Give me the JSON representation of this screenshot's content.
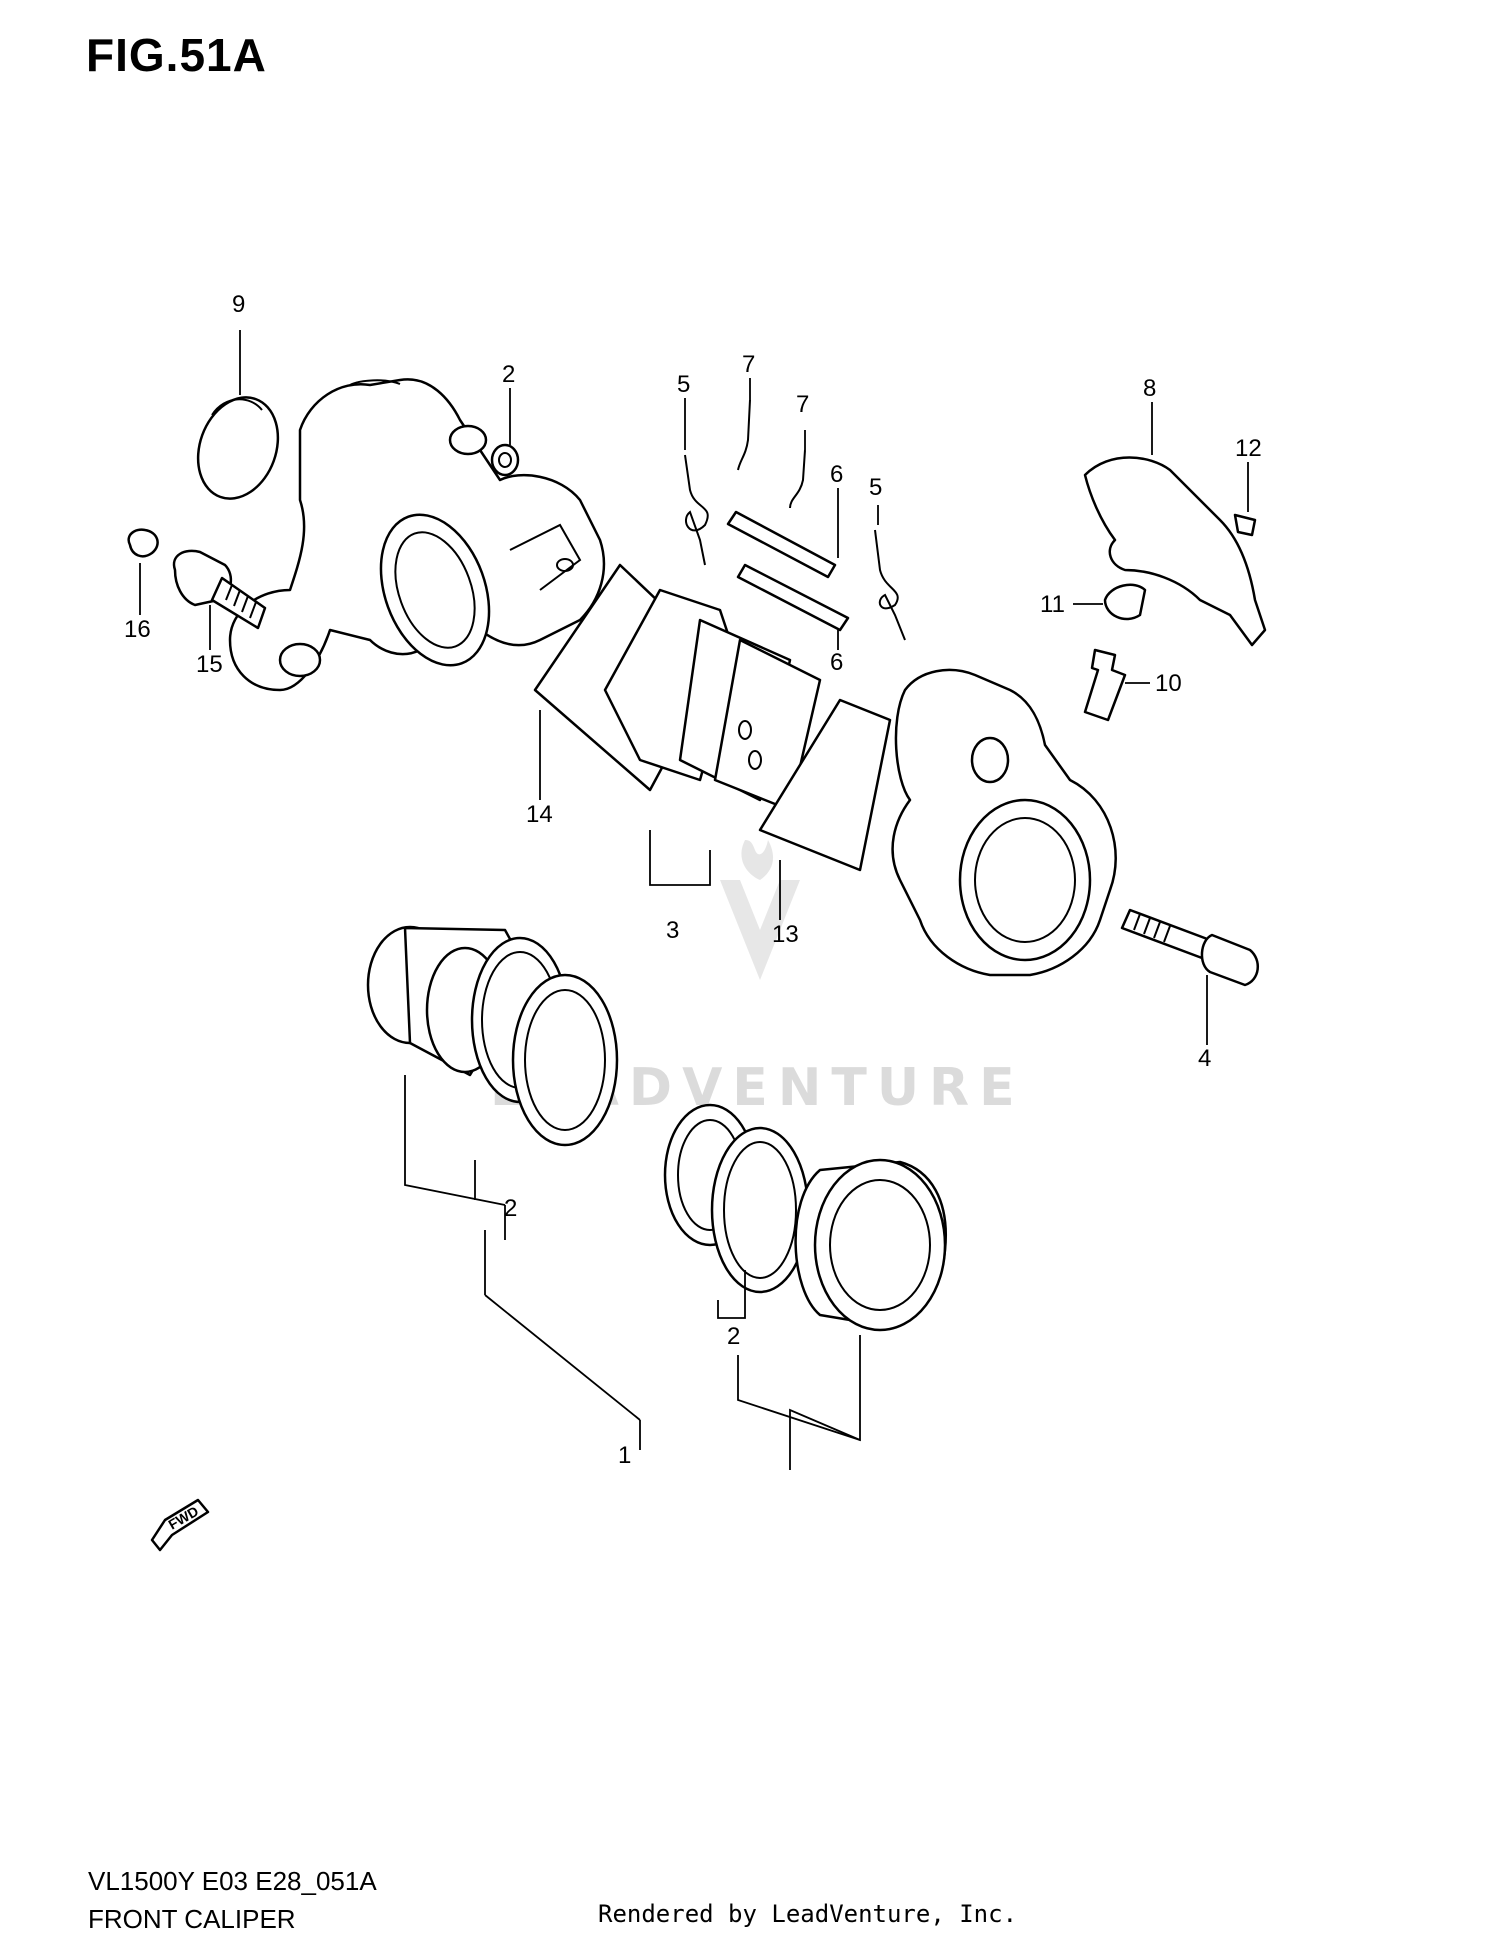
{
  "figure": {
    "title": "FIG.51A"
  },
  "callouts": [
    {
      "id": "c9",
      "label": "9"
    },
    {
      "id": "c2a",
      "label": "2"
    },
    {
      "id": "c5a",
      "label": "5"
    },
    {
      "id": "c7a",
      "label": "7"
    },
    {
      "id": "c7b",
      "label": "7"
    },
    {
      "id": "c6a",
      "label": "6"
    },
    {
      "id": "c5b",
      "label": "5"
    },
    {
      "id": "c6b",
      "label": "6"
    },
    {
      "id": "c8",
      "label": "8"
    },
    {
      "id": "c12",
      "label": "12"
    },
    {
      "id": "c11",
      "label": "11"
    },
    {
      "id": "c10",
      "label": "10"
    },
    {
      "id": "c16",
      "label": "16"
    },
    {
      "id": "c15",
      "label": "15"
    },
    {
      "id": "c14",
      "label": "14"
    },
    {
      "id": "c3",
      "label": "3"
    },
    {
      "id": "c13",
      "label": "13"
    },
    {
      "id": "c4",
      "label": "4"
    },
    {
      "id": "c2b",
      "label": "2"
    },
    {
      "id": "c2c",
      "label": "2"
    },
    {
      "id": "c1",
      "label": "1"
    }
  ],
  "fwd_label": "FWD",
  "watermark": "LEADVENTURE",
  "footer": {
    "model": "VL1500Y E03 E28_051A",
    "section": "FRONT CALIPER",
    "rendered_by": "Rendered by LeadVenture, Inc."
  }
}
